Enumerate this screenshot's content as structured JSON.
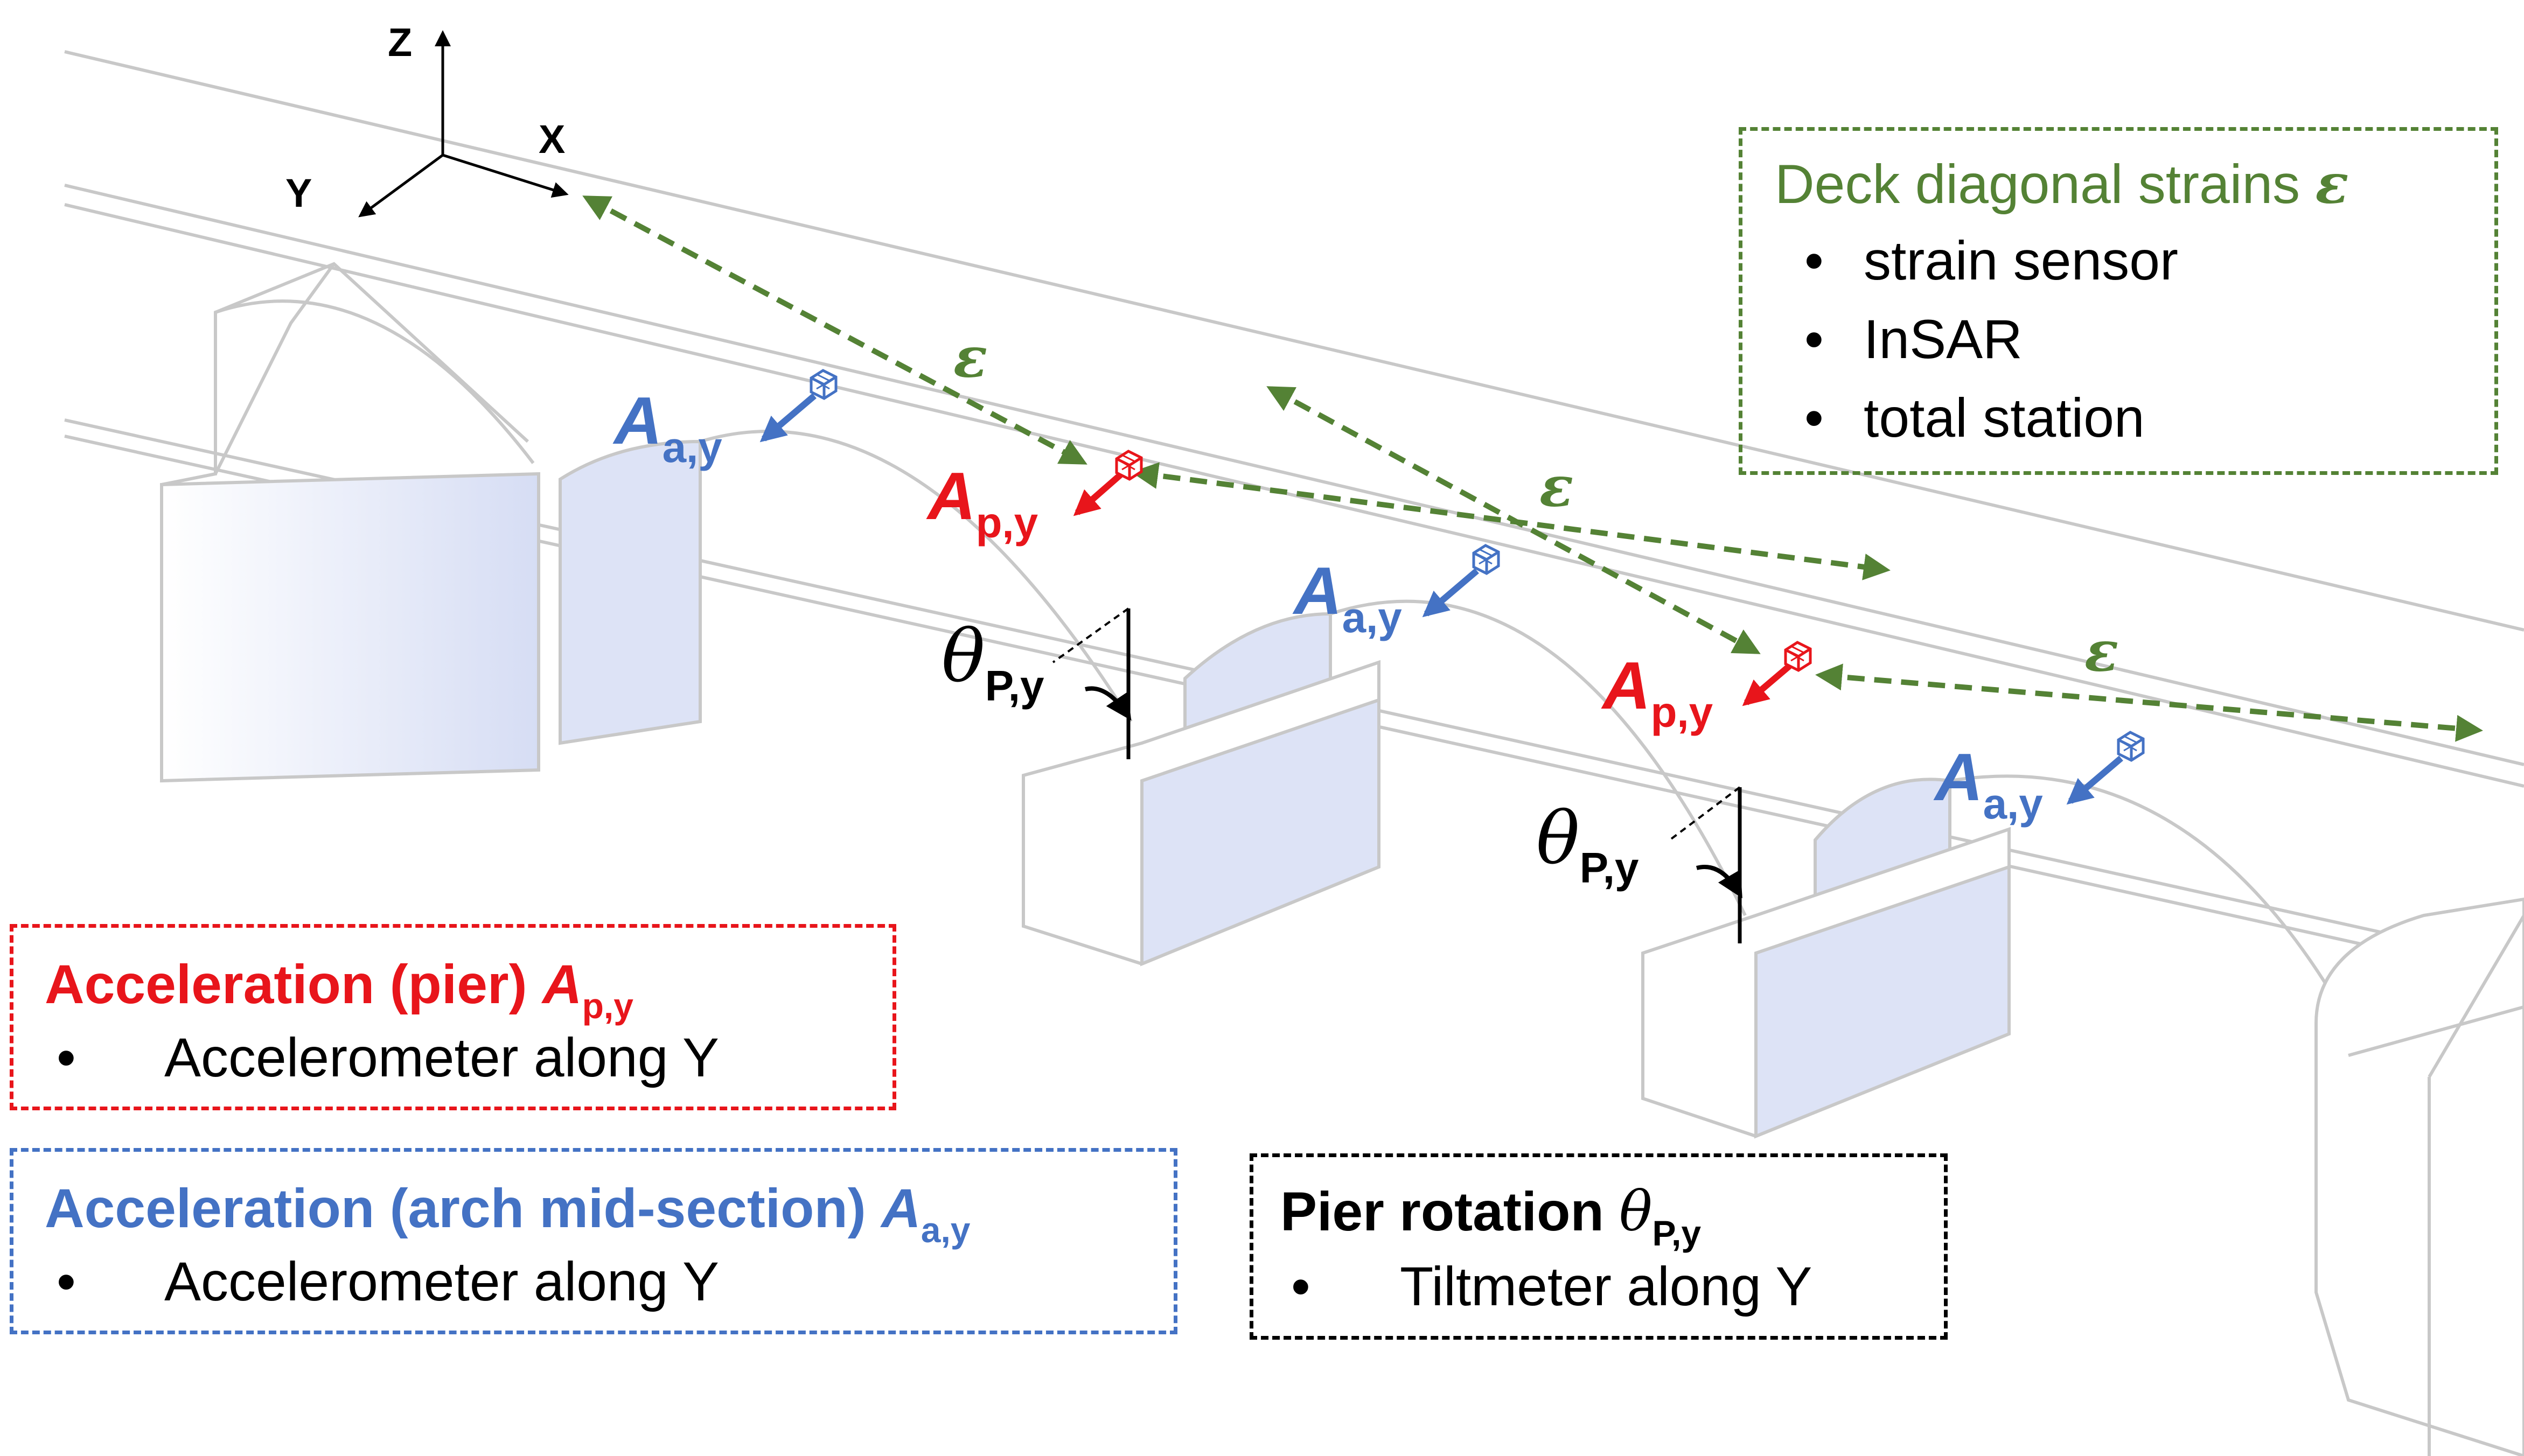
{
  "axes": {
    "z": "Z",
    "x": "X",
    "y": "Y"
  },
  "labels": {
    "epsilon": "ε",
    "a_symbol": "A",
    "theta_symbol": "θ",
    "sub_ay": "a,y",
    "sub_py": "p,y",
    "sub_Py": "P,y"
  },
  "legend": {
    "deck": {
      "title": "Deck diagonal strains",
      "symbol": "ε",
      "bullet": "•",
      "items": [
        "strain sensor",
        "InSAR",
        "total station"
      ]
    },
    "pier_acc": {
      "title": "Acceleration (pier)",
      "symbol": "A",
      "sub": "p,y",
      "bullet": "•",
      "items": [
        "Accelerometer along Y"
      ]
    },
    "arch_acc": {
      "title": "Acceleration (arch mid-section)",
      "symbol": "A",
      "sub": "a,y",
      "bullet": "•",
      "items": [
        "Accelerometer along Y"
      ]
    },
    "pier_rot": {
      "title": "Pier rotation",
      "symbol": "θ",
      "sub": "P,y",
      "bullet": "•",
      "items": [
        "Tiltmeter along Y"
      ]
    }
  },
  "colors": {
    "green": "#548235",
    "red": "#e8151b",
    "blue": "#4472c4",
    "black": "#000000",
    "bridge_line": "#c8c8c8",
    "pier_face": "#dde3f6"
  },
  "icons": [
    "sensor-cube-icon",
    "arrow-icon"
  ]
}
